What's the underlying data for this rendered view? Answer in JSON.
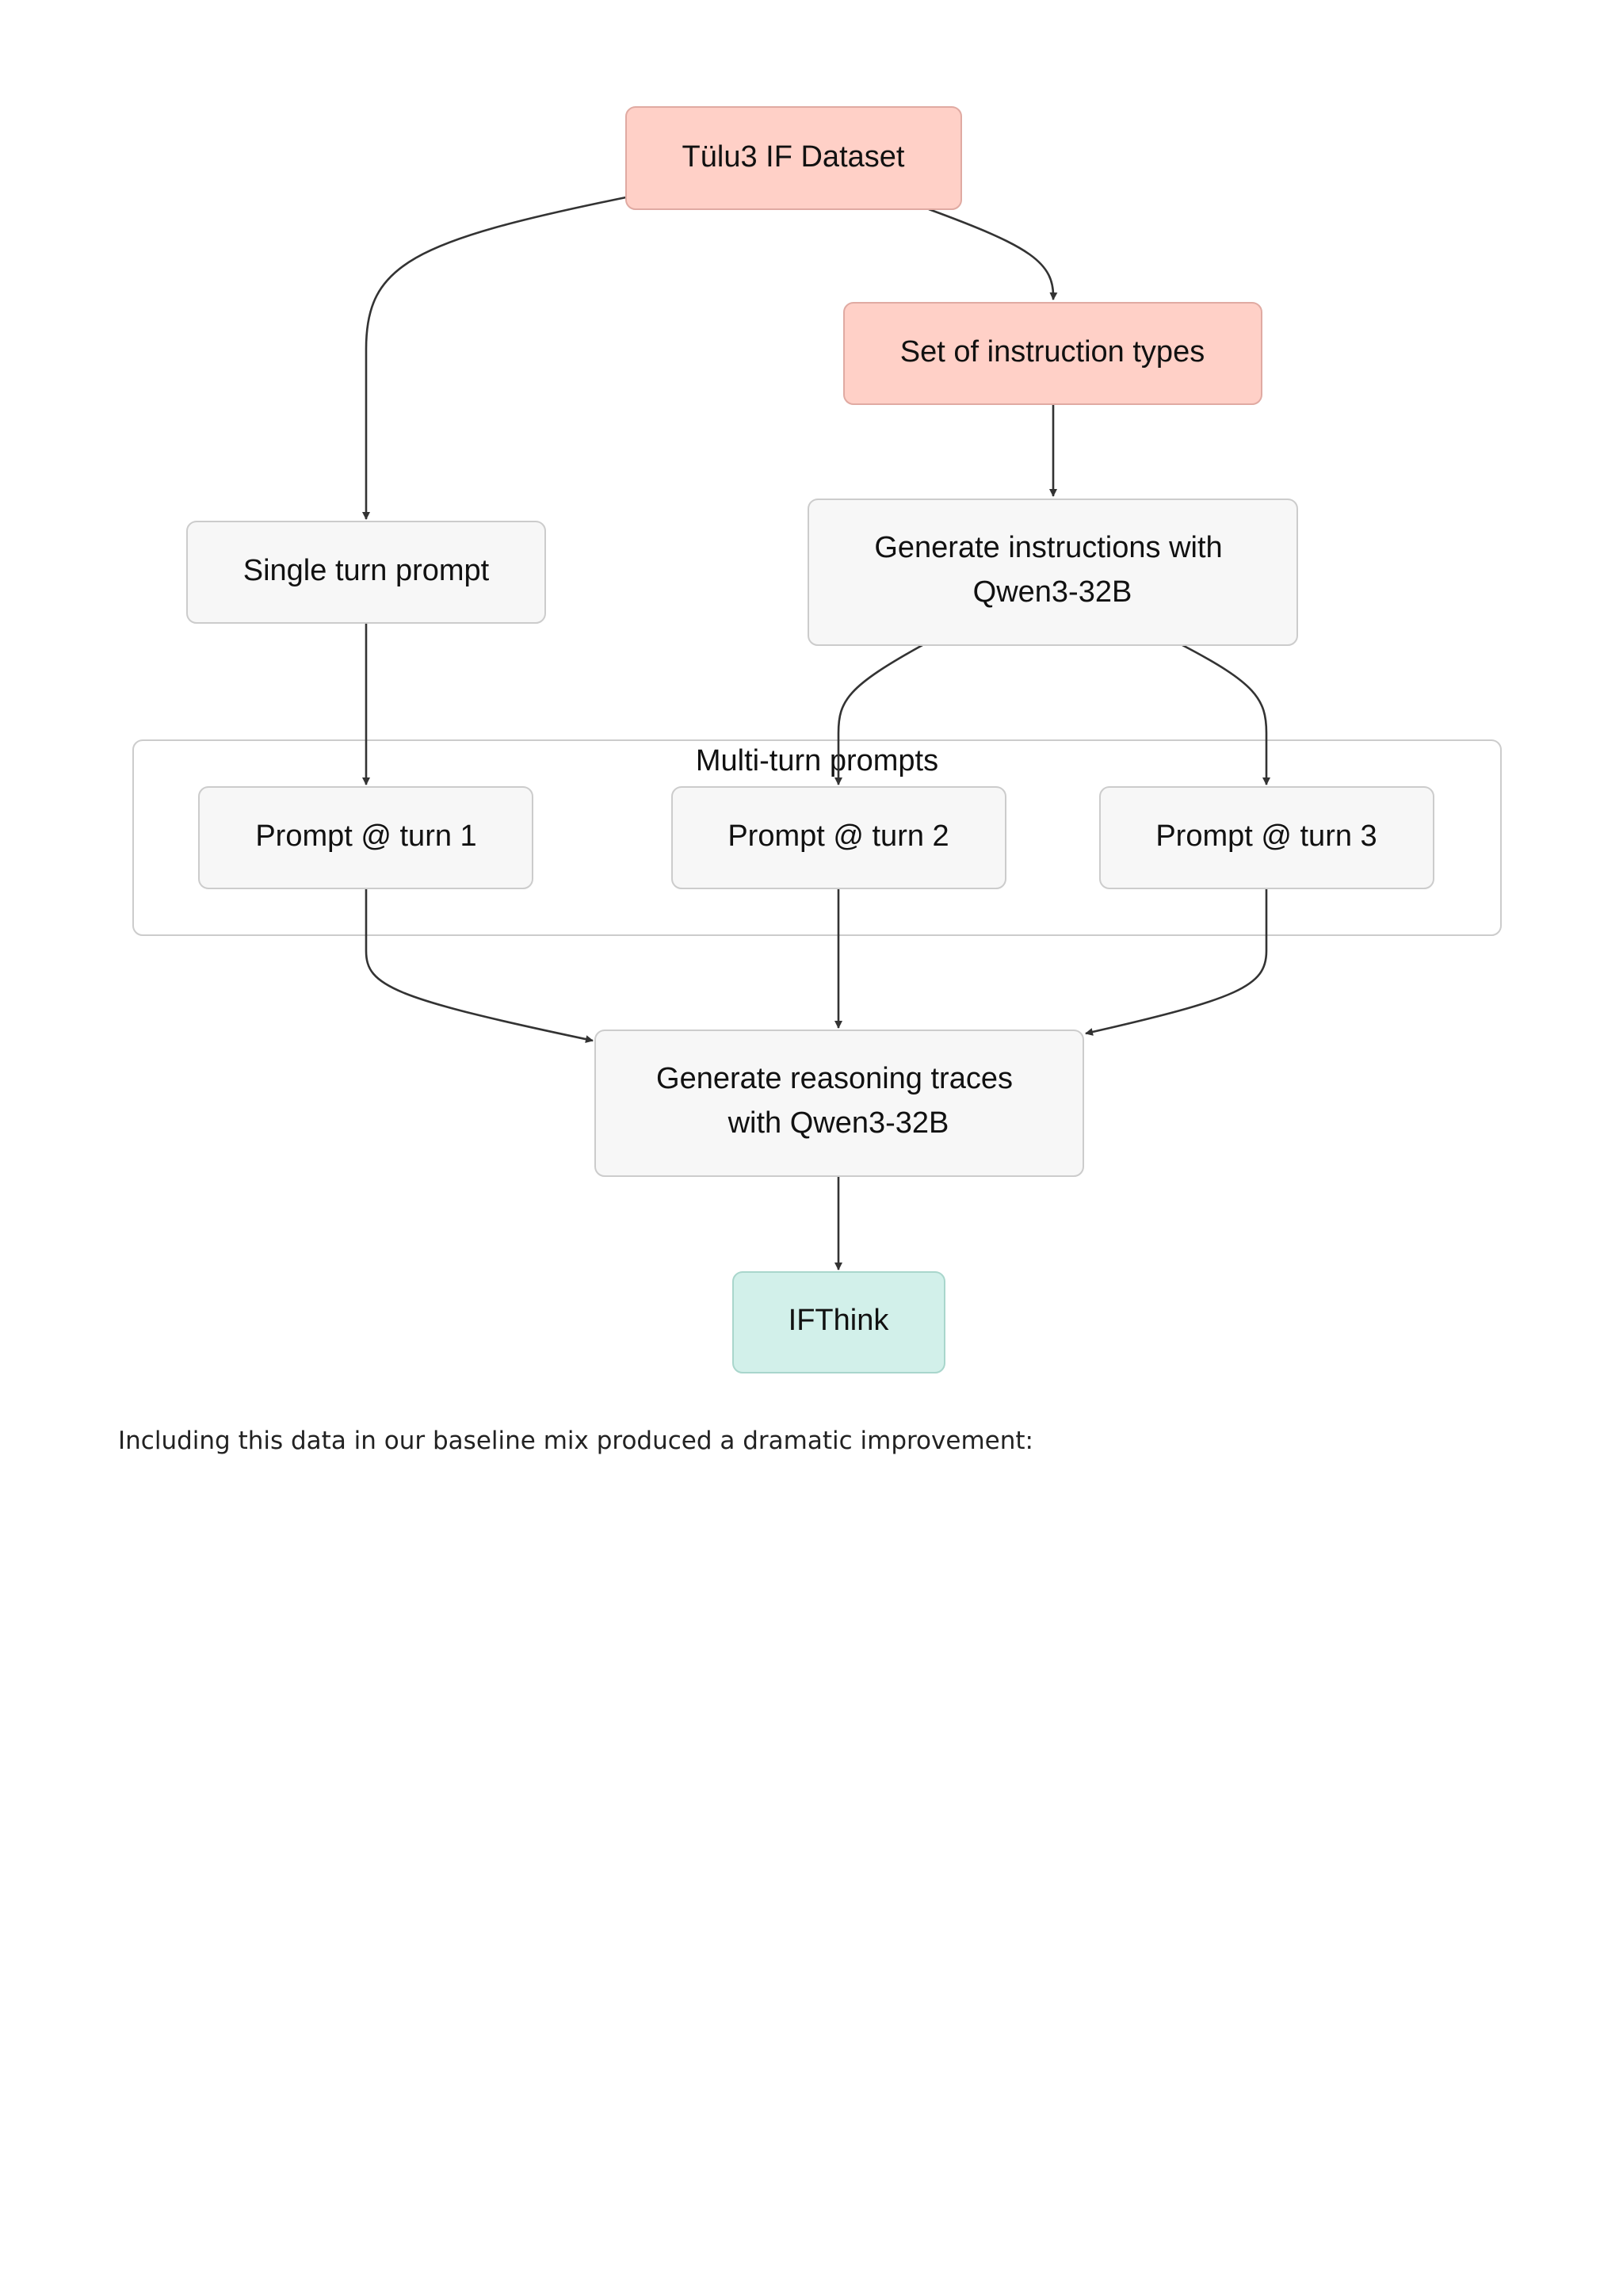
{
  "diagram": {
    "nodes": {
      "tulu_dataset": {
        "label": "Tülu3 IF Dataset",
        "fill": "#ffd0c7",
        "stroke": "#e0aaa2"
      },
      "instruction_types": {
        "label": "Set of instruction types",
        "fill": "#ffd0c7",
        "stroke": "#e0aaa2"
      },
      "single_turn": {
        "label": "Single turn prompt",
        "fill": "#f7f7f7",
        "stroke": "#cccccc"
      },
      "generate_instructions": {
        "label_line1": "Generate instructions with",
        "label_line2": "Qwen3-32B",
        "fill": "#f7f7f7",
        "stroke": "#cccccc"
      },
      "prompt_turn_1": {
        "label": "Prompt @ turn 1",
        "fill": "#f7f7f7",
        "stroke": "#cccccc"
      },
      "prompt_turn_2": {
        "label": "Prompt @ turn 2",
        "fill": "#f7f7f7",
        "stroke": "#cccccc"
      },
      "prompt_turn_3": {
        "label": "Prompt @ turn 3",
        "fill": "#f7f7f7",
        "stroke": "#cccccc"
      },
      "generate_traces": {
        "label_line1": "Generate reasoning traces",
        "label_line2": "with Qwen3-32B",
        "fill": "#f7f7f7",
        "stroke": "#cccccc"
      },
      "ifthink": {
        "label": "IFThink",
        "fill": "#d2f0ea",
        "stroke": "#a9d6cc"
      }
    },
    "cluster": {
      "title": "Multi-turn prompts",
      "stroke": "#cccccc"
    },
    "edge_color": "#333333"
  },
  "body_text": "Including this data in our baseline mix produced a dramatic improvement:"
}
